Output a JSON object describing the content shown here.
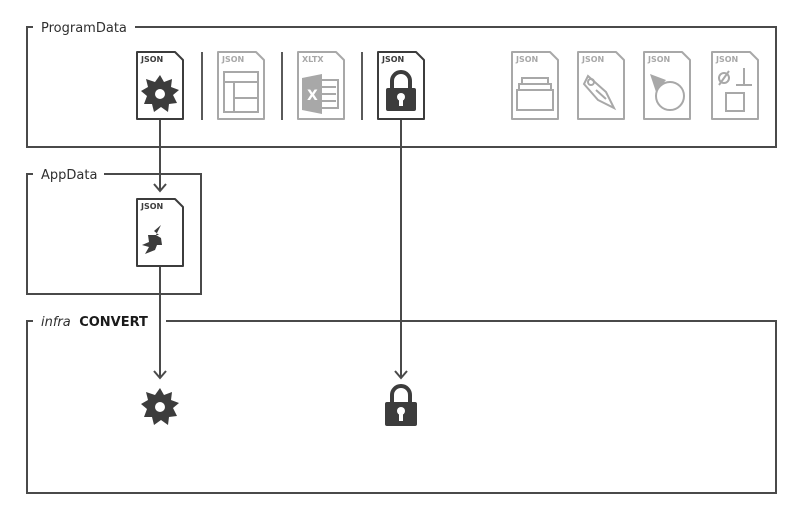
{
  "groups": {
    "program_data": {
      "label": "ProgramData"
    },
    "app_data": {
      "label": "AppData"
    },
    "infra_convert": {
      "label_prefix": "infra",
      "label_main": "CONVERT"
    }
  },
  "files": {
    "program_data": [
      {
        "tag": "JSON",
        "icon": "gear-icon",
        "style": "dark"
      },
      {
        "tag": "JSON",
        "icon": "layout-icon",
        "style": "light"
      },
      {
        "tag": "XLTX",
        "icon": "excel-icon",
        "style": "light"
      },
      {
        "tag": "JSON",
        "icon": "lock-icon",
        "style": "dark"
      },
      {
        "tag": "JSON",
        "icon": "tray-icon",
        "style": "light"
      },
      {
        "tag": "JSON",
        "icon": "tag-icon",
        "style": "light"
      },
      {
        "tag": "JSON",
        "icon": "pacman-icon",
        "style": "light"
      },
      {
        "tag": "JSON",
        "icon": "symbol-icon",
        "style": "light"
      }
    ],
    "app_data": [
      {
        "tag": "JSON",
        "icon": "partial-gear-icon",
        "style": "dark"
      }
    ]
  },
  "outputs": [
    {
      "icon": "gear-icon"
    },
    {
      "icon": "lock-icon"
    }
  ],
  "colors": {
    "dark": "#3c3c3c",
    "light": "#a8a8a8",
    "line": "#4a4a4a"
  }
}
